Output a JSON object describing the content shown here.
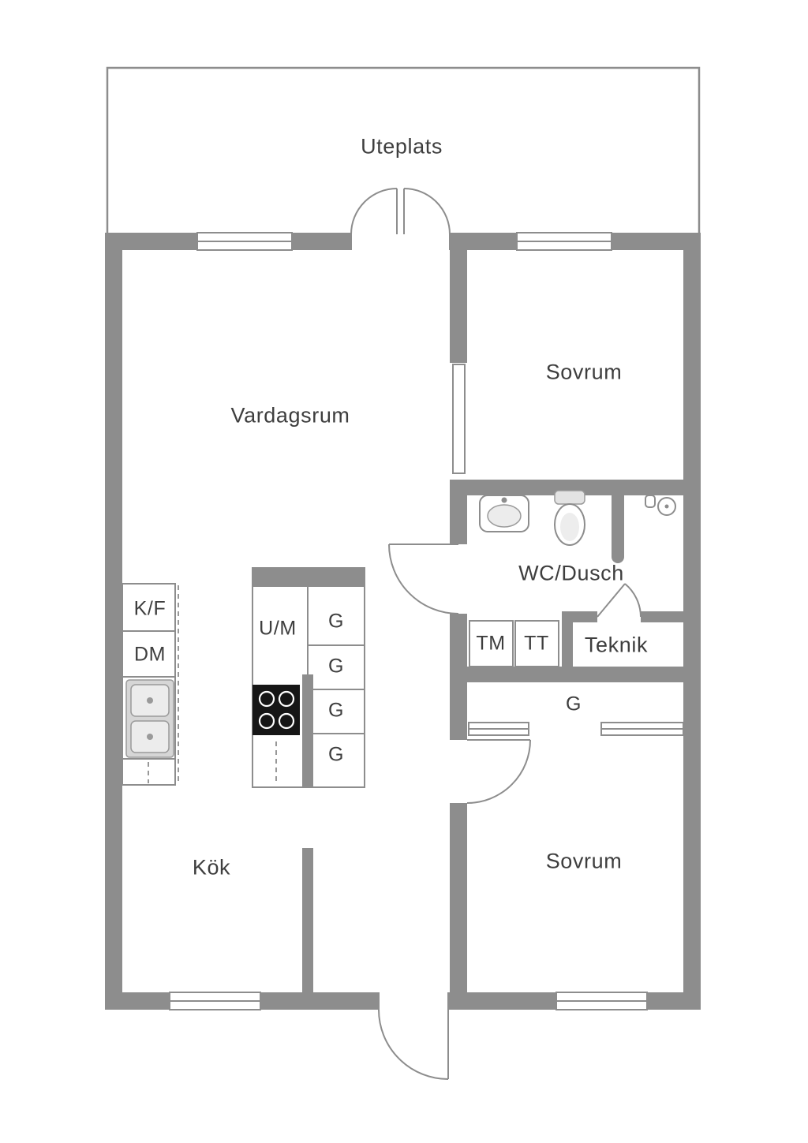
{
  "colors": {
    "wall-color": "#8d8d8d",
    "line-color": "#8d8d8d",
    "text-color": "#3e3e3e",
    "stove-color": "#161616",
    "background": "#ffffff"
  },
  "rooms": {
    "uteplats": "Uteplats",
    "vardagsrum": "Vardagsrum",
    "sovrum_top": "Sovrum",
    "wc_dusch": "WC/Dusch",
    "teknik": "Teknik",
    "kok": "Kök",
    "sovrum_bottom": "Sovrum"
  },
  "fixtures": {
    "tm": "TM",
    "tt": "TT",
    "kf": "K/F",
    "dm": "DM",
    "um": "U/M",
    "g_island_1": "G",
    "g_island_2": "G",
    "g_island_3": "G",
    "g_island_4": "G",
    "g_wardrobe": "G"
  }
}
